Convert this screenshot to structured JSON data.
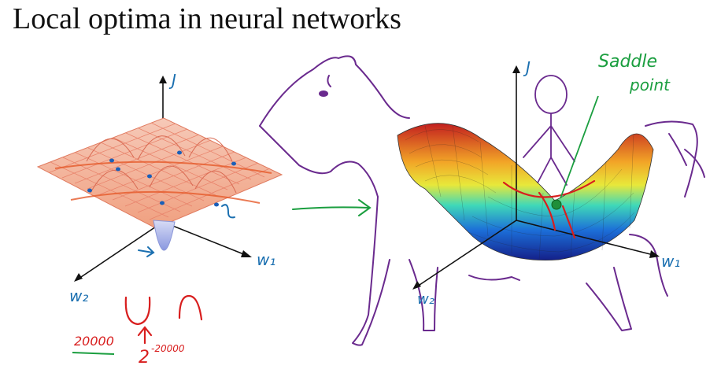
{
  "slide": {
    "title": "Local optima in neural networks"
  },
  "left_plot": {
    "axis_j": "J",
    "axis_w1": "w₁",
    "axis_w2": "w₂",
    "note_exponent_base": "2",
    "note_exponent": "-20000",
    "note_count": "20000"
  },
  "right_plot": {
    "axis_j": "J",
    "axis_w1": "w₁",
    "axis_w2": "w₂",
    "saddle_label_line1": "Saddle",
    "saddle_label_line2": "point"
  },
  "colors": {
    "axis": "#111111",
    "blue_ink": "#1a6fb0",
    "red_ink": "#d81e1e",
    "green_ink": "#1a9e3f",
    "purple_ink": "#6a2a8e",
    "mesh": "#e8826a",
    "saddle_marker": "#1f8f3a"
  }
}
